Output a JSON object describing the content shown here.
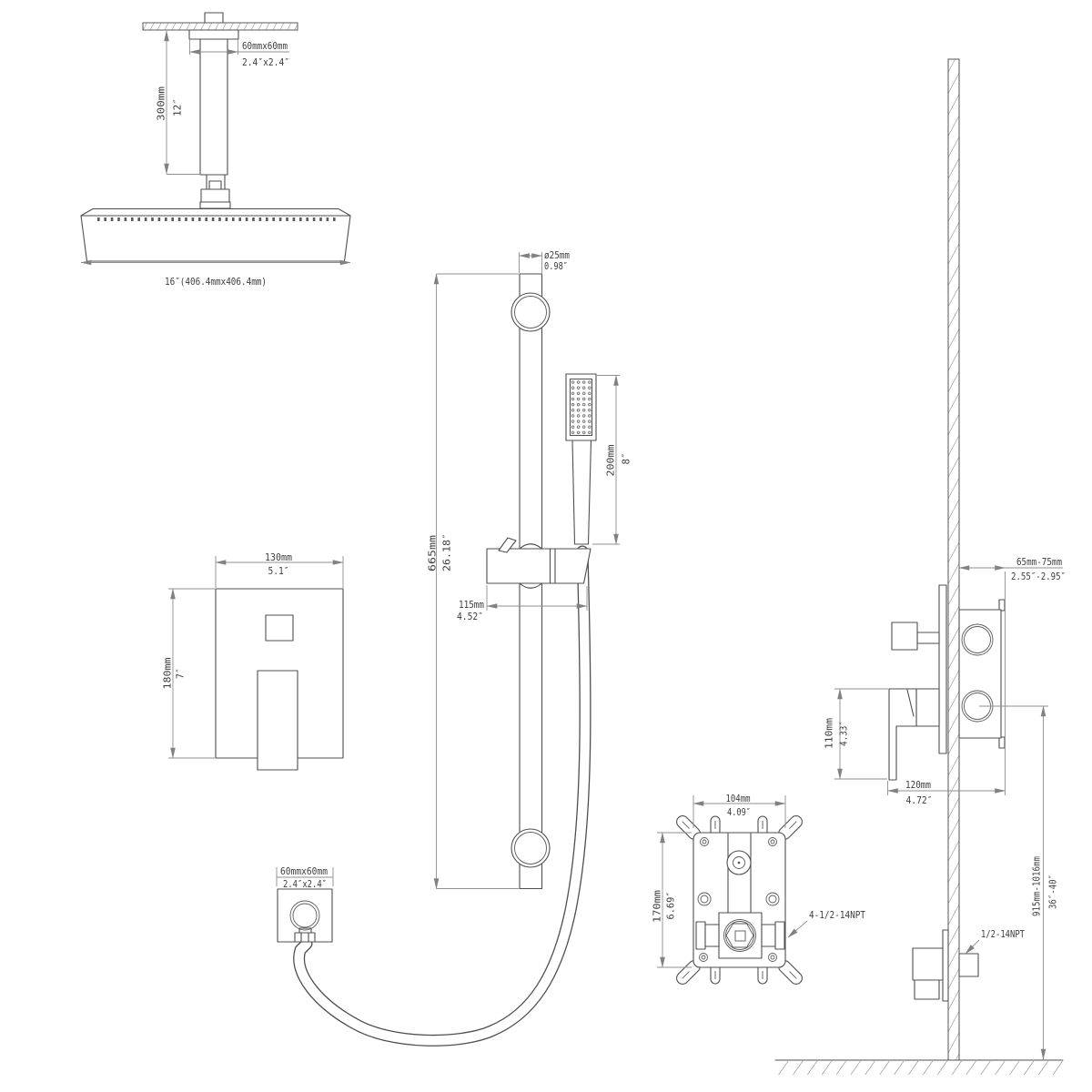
{
  "colors": {
    "background": "#ffffff",
    "line": "#4f4f4f",
    "dimension_line": "#8f8f8f",
    "text": "#3d3d3d"
  },
  "components": {
    "ceiling_shower": {
      "flange_mm": "60mmx60mm",
      "flange_in": "2.4″x2.4″",
      "arm_mm": "300mm",
      "arm_in": "12″",
      "head_size": "16″(406.4mmx406.4mm)"
    },
    "slide_bar": {
      "diameter_mm": "ø25mm",
      "diameter_in": "0.98″",
      "length_mm": "665mm",
      "length_in": "26.18″",
      "bracket_offset_mm": "115mm",
      "bracket_offset_in": "4.52″"
    },
    "hand_shower": {
      "length_mm": "200mm",
      "length_in": "8″"
    },
    "valve_trim": {
      "width_mm": "130mm",
      "width_in": "5.1″",
      "height_mm": "180mm",
      "height_in": "7″"
    },
    "wall_outlet": {
      "size_mm": "60mmx60mm",
      "size_in": "2.4″x2.4″"
    },
    "rough_in_valve": {
      "width_mm": "104mm",
      "width_in": "4.09″",
      "height_mm": "170mm",
      "height_in": "6.69″",
      "thread_label": "4-1/2-14NPT"
    },
    "wall_section": {
      "trim_depth_mm": "65mm-75mm",
      "trim_depth_in": "2.55″-2.95″",
      "handle_span_mm": "110mm",
      "handle_span_in": "4.33″",
      "handle_depth_mm": "120mm",
      "handle_depth_in": "4.72″",
      "install_height_mm": "915mm-1016mm",
      "install_height_in": "36″-40″",
      "outlet_thread_label": "1/2-14NPT"
    }
  }
}
